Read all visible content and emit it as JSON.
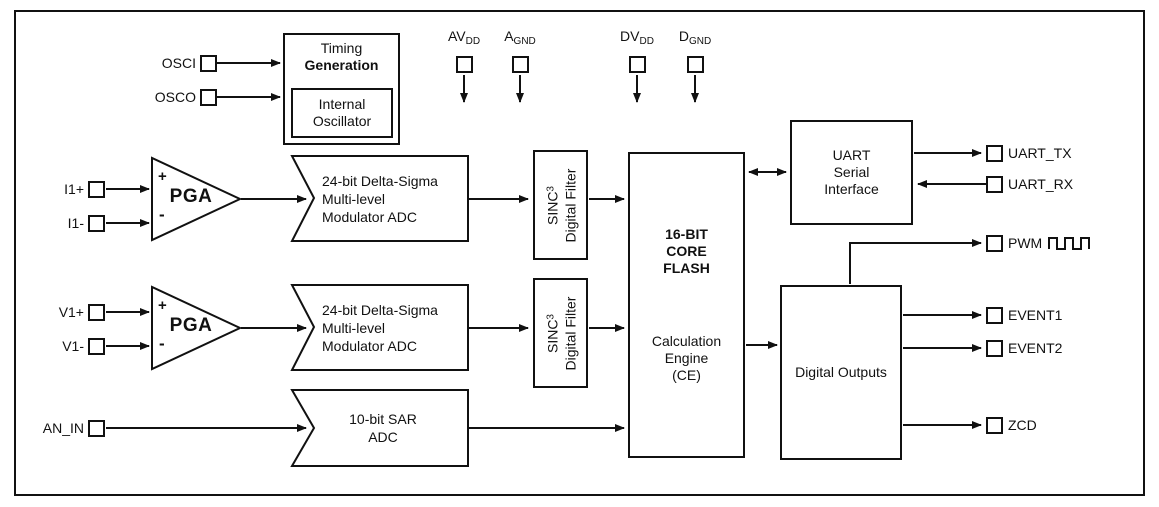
{
  "colors": {
    "ink": "#111111",
    "background": "#ffffff"
  },
  "pins": {
    "osci": "OSCI",
    "osco": "OSCO",
    "i1_plus": "I1+",
    "i1_minus": "I1-",
    "v1_plus": "V1+",
    "v1_minus": "V1-",
    "an_in": "AN_IN",
    "uart_tx": "UART_TX",
    "uart_rx": "UART_RX",
    "pwm": "PWM",
    "event1": "EVENT1",
    "event2": "EVENT2",
    "zcd": "ZCD",
    "avdd": {
      "base": "AV",
      "sub": "DD"
    },
    "agnd": {
      "base": "A",
      "sub": "GND"
    },
    "dvdd": {
      "base": "DV",
      "sub": "DD"
    },
    "dgnd": {
      "base": "D",
      "sub": "GND"
    }
  },
  "blocks": {
    "timing": {
      "line1": "Timing",
      "line2": "Generation"
    },
    "internal_oscillator": {
      "line1": "Internal",
      "line2": "Oscillator"
    },
    "pga": {
      "label": "PGA",
      "plus": "+",
      "minus": "-"
    },
    "delta_sigma_adc": {
      "line1": "24-bit Delta-Sigma",
      "line2": "Multi-level",
      "line3": "Modulator ADC"
    },
    "sinc_filter": {
      "name": "SINC",
      "sup": "3",
      "line2": "Digital Filter"
    },
    "sar_adc": {
      "line1": "10-bit SAR",
      "line2": "ADC"
    },
    "core": {
      "line1": "16-BIT",
      "line2": "CORE",
      "line3": "FLASH",
      "line4": "Calculation",
      "line5": "Engine",
      "line6": "(CE)"
    },
    "uart": {
      "line1": "UART",
      "line2": "Serial",
      "line3": "Interface"
    },
    "digital_outputs": {
      "label": "Digital Outputs"
    }
  }
}
